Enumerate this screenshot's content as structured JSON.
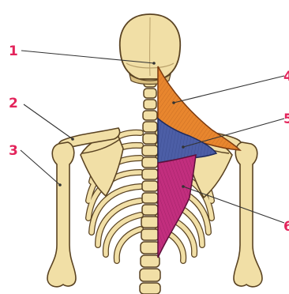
{
  "labels": {
    "l1": "1",
    "l2": "2",
    "l3": "3",
    "l4": "4",
    "l5": "5",
    "l6": "6"
  },
  "colors": {
    "background": "#ffffff",
    "label": "#e3245b",
    "leader_line": "#333333",
    "bone": "#f1dfa6",
    "bone_outline": "#5a4322",
    "bone_shadow": "#d9bf80",
    "muscle_upper": "#e8862e",
    "muscle_middle": "#4c5ea6",
    "muscle_lower": "#c22e7e"
  }
}
